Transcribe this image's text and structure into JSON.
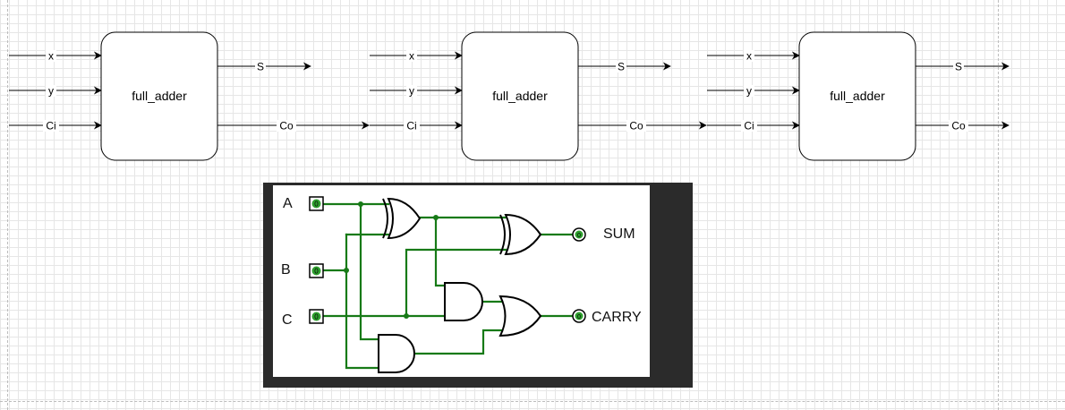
{
  "blocks": [
    {
      "title": "full_adder",
      "inputs": [
        "x",
        "y",
        "Ci"
      ],
      "outputs": [
        "S",
        "Co"
      ]
    },
    {
      "title": "full_adder",
      "inputs": [
        "x",
        "y",
        "Ci"
      ],
      "outputs": [
        "S",
        "Co"
      ]
    },
    {
      "title": "full_adder",
      "inputs": [
        "x",
        "y",
        "Ci"
      ],
      "outputs": [
        "S",
        "Co"
      ]
    }
  ],
  "circuit": {
    "inputs": [
      "A",
      "B",
      "C"
    ],
    "input_values": [
      "0",
      "0",
      "0"
    ],
    "outputs": [
      "SUM",
      "CARRY"
    ],
    "output_values": [
      "0",
      "0"
    ],
    "colors": {
      "wire": "#177a17",
      "pin_fill": "#2ea02e",
      "frame": "#2b2b2b"
    }
  }
}
